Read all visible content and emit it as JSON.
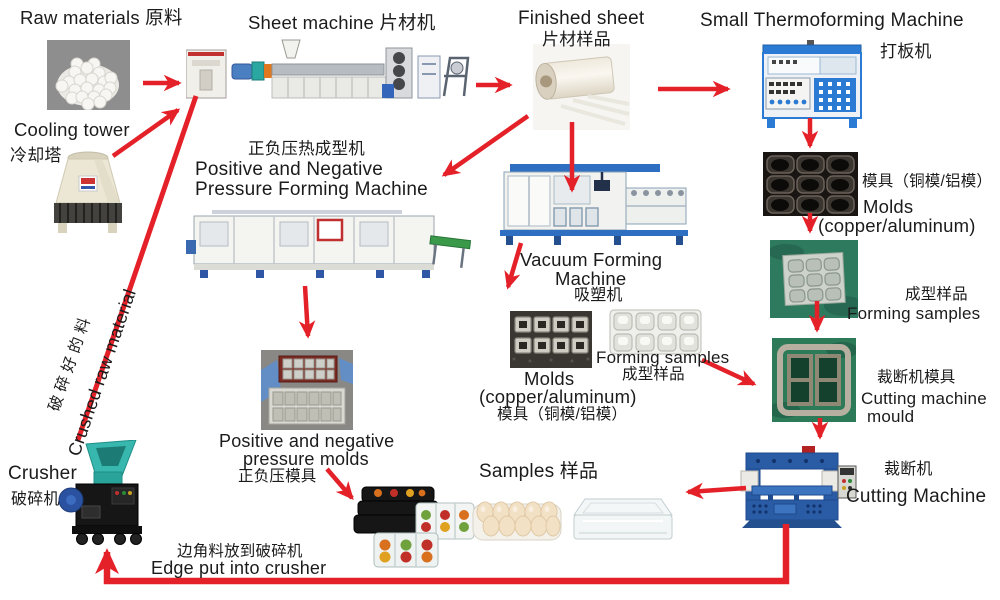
{
  "colors": {
    "arrow": "#e42129",
    "text": "#1b1b1b"
  },
  "labels": {
    "raw_materials": "Raw materials 原料",
    "cooling_tower_en": "Cooling tower",
    "cooling_tower_cn": "冷却塔",
    "sheet_machine": "Sheet machine 片材机",
    "finished_sheet_en": "Finished sheet",
    "finished_sheet_cn": "片材样品",
    "small_thermo_en": "Small Thermoforming Machine",
    "small_thermo_cn": "打板机",
    "pn_machine_cn": "正负压热成型机",
    "pn_machine_en1": "Positive and Negative",
    "pn_machine_en2": "Pressure Forming Machine",
    "vacuum_en1": "Vacuum Forming",
    "vacuum_en2": "Machine",
    "vacuum_cn": "吸塑机",
    "molds_right_cn": "模具（铜模/铝模）",
    "molds_right_en1": "Molds",
    "molds_right_en2": "(copper/aluminum)",
    "forming_samples_right_cn": "成型样品",
    "forming_samples_right_en": "Forming samples",
    "cutting_mould_cn": "裁断机模具",
    "cutting_mould_en1": "Cutting machine",
    "cutting_mould_en2": "mould",
    "cutting_machine_cn": "裁断机",
    "cutting_machine_en": "Cutting Machine",
    "molds_center_en1": "Molds",
    "molds_center_en2": "(copper/aluminum)",
    "molds_center_cn": "模具（铜模/铝模）",
    "forming_samples_center_en": "Forming samples",
    "forming_samples_center_cn": "成型样品",
    "pn_molds_en1": "Positive and negative",
    "pn_molds_en2": "pressure molds",
    "pn_molds_cn": "正负压模具",
    "samples": "Samples 样品",
    "crusher_en": "Crusher",
    "crusher_cn": "破碎机",
    "crushed_cn": "破碎好的料",
    "crushed_en": "Crushed raw material",
    "edge_cn": "边角料放到破碎机",
    "edge_en": "Edge put into crusher"
  }
}
